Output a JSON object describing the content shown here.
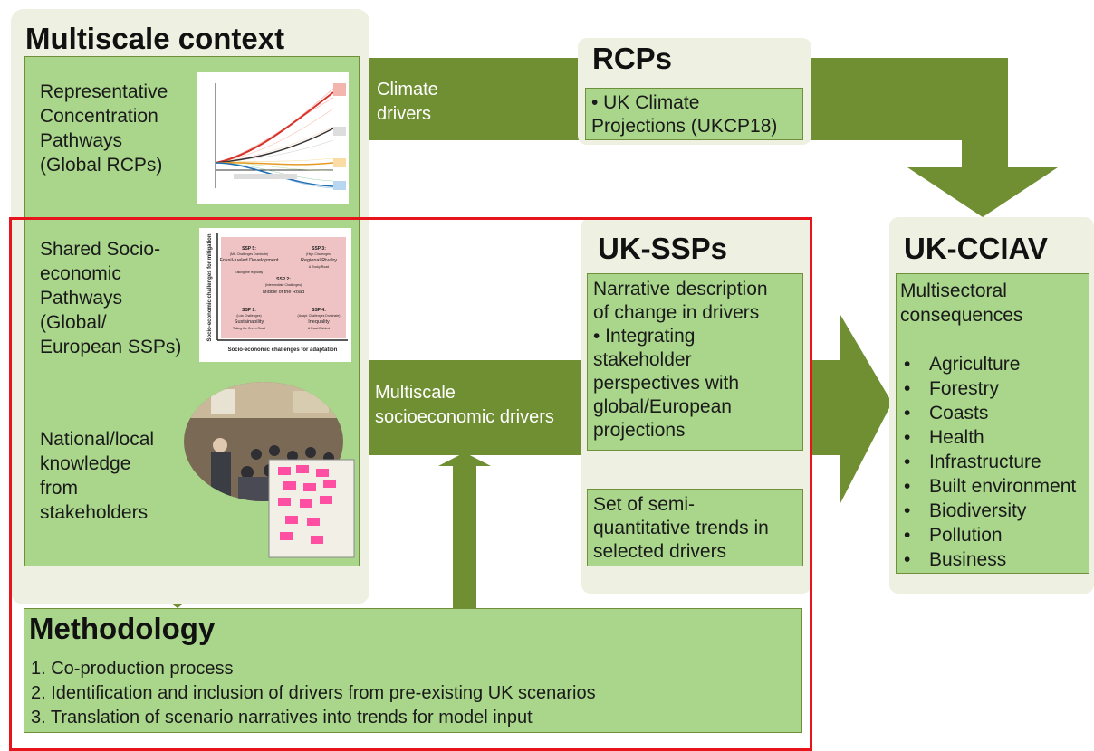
{
  "context": {
    "title": "Multiscale context",
    "rcp_text_lines": [
      "Representative",
      "Concentration",
      "Pathways",
      "(Global RCPs)"
    ],
    "ssp_text_lines": [
      "Shared Socio-",
      "economic",
      "Pathways",
      "(Global/",
      "European SSPs)"
    ],
    "local_text_lines": [
      "National/local",
      "knowledge",
      "from",
      "stakeholders"
    ]
  },
  "ssp_chart": {
    "ylabel": "Socio-economic challenges for mitigation",
    "xlabel": "Socio-economic challenges for adaptation",
    "entries": [
      {
        "id": "SSP 5:",
        "sub": "(Mit. Challenges Dominate)",
        "name": "Fossil-fueled Development",
        "tag": "Taking the Highway"
      },
      {
        "id": "SSP 3:",
        "sub": "(High Challenges)",
        "name": "Regional Rivalry",
        "tag": "A Rocky Road"
      },
      {
        "id": "SSP 2:",
        "sub": "(Intermediate Challenges)",
        "name": "Middle of the Road",
        "tag": ""
      },
      {
        "id": "SSP 1:",
        "sub": "(Low Challenges)",
        "name": "Sustainability",
        "tag": "Taking the Green Road"
      },
      {
        "id": "SSP 4:",
        "sub": "(Adapt. Challenges Dominate)",
        "name": "Inequality",
        "tag": "A Road Divided"
      }
    ]
  },
  "rcps": {
    "title": "RCPs",
    "drivers_lines": [
      "Climate",
      "drivers"
    ],
    "box_lines": [
      "• UK Climate",
      "Projections (UKCP18)"
    ]
  },
  "ukssps": {
    "title": "UK-SSPs",
    "drivers_lines": [
      "Multiscale",
      "socioeconomic drivers"
    ],
    "box1_lines": [
      "Narrative description",
      "of change in drivers",
      "• Integrating",
      "stakeholder",
      "perspectives with",
      "global/European",
      "projections"
    ],
    "box2_lines": [
      "Set of semi-",
      "quantitative trends in",
      "selected drivers"
    ]
  },
  "ukcciav": {
    "title": "UK-CCIAV",
    "intro_lines": [
      "Multisectoral",
      "consequences"
    ],
    "sectors": [
      "Agriculture",
      "Forestry",
      "Coasts",
      "Health",
      "Infrastructure",
      "Built environment",
      "Biodiversity",
      "Pollution",
      "Business"
    ]
  },
  "methodology": {
    "title": "Methodology",
    "steps": [
      "1. Co-production process",
      "2. Identification and inclusion of drivers from pre-existing UK scenarios",
      "3. Translation of scenario narratives into trends for model input"
    ]
  },
  "colors": {
    "arrow": "#6f8f32",
    "box_fill": "#a9d68b",
    "panel": "#eef0e2",
    "highlight_border": "#e8141b"
  }
}
